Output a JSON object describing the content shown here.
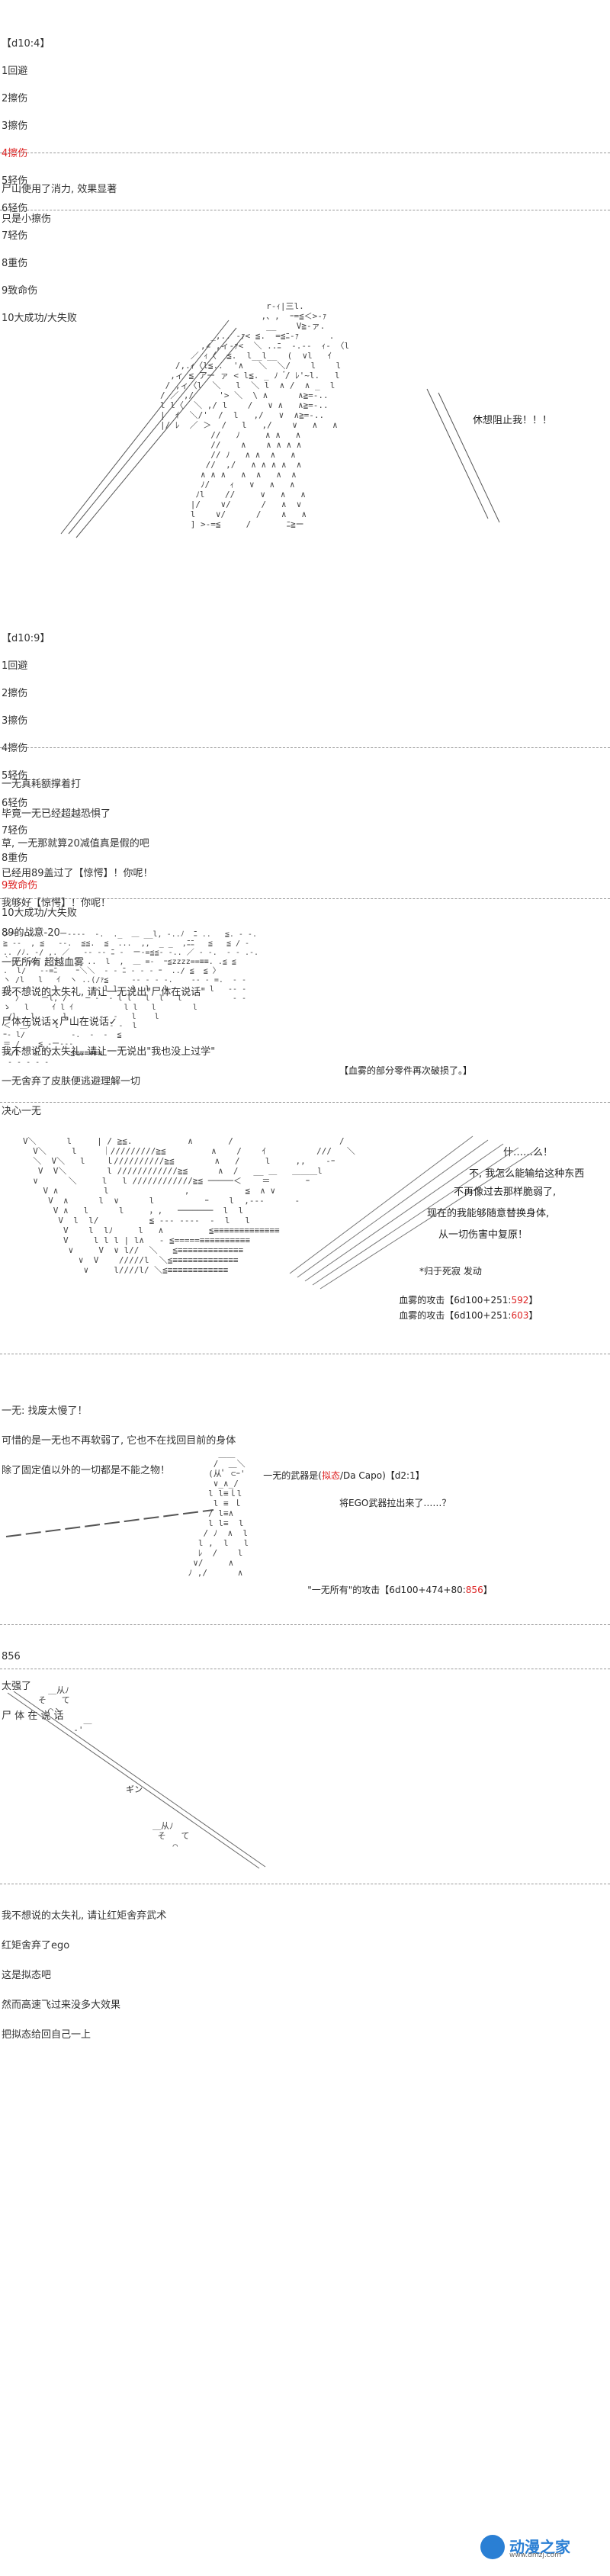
{
  "panel1": {
    "dice_lines": [
      "【d10:4】",
      "1回避",
      "2擦伤",
      "3擦伤",
      "4擦伤",
      "5轻伤",
      "6轻伤",
      "7轻伤",
      "8重伤",
      "9致命伤",
      "10大成功/大失败"
    ],
    "narration": [
      "尸山使用了消力, 效果显著",
      "只是小擦伤"
    ]
  },
  "panel2": {
    "shout": "休想阻止我！！！"
  },
  "panel3": {
    "dice_lines": [
      "【d10:9】",
      "1回避",
      "2擦伤",
      "3擦伤",
      "4擦伤",
      "5轻伤",
      "6轻伤",
      "7轻伤",
      "8重伤",
      "9致命伤",
      "10大成功/大失败"
    ],
    "narration": [
      "一无真耗额撑着打",
      "毕竟一无已经超越恐惧了",
      "草, 一无那就算20减值真是假的吧",
      "已经用89盖过了【惊愕】！你呢！",
      "我够好【惊愕】！你呢！",
      "89的战意-20",
      "一无所有 超越血雾",
      "我不想说的太失礼, 请让一无说出\"尸体在说话\"",
      "尸体在说话×尸山在说话✓",
      "我不想说的太失礼, 请让一无说出\"我也没上过学\"",
      "一无舍弃了皮肤便逃避理解一切",
      "决心一无"
    ]
  },
  "panel4": {
    "caption": "【血雾的部分零件再次破损了。】"
  },
  "panel5": {
    "lines": [
      "什……么！",
      "不, 我怎么能输给这种东西",
      "不再像过去那样脆弱了,",
      "现在的我能够随意替换身体,",
      "从一切伤害中复原！"
    ],
    "trigger": "*归于死寂 发动",
    "attack1_prefix": "血雾的攻击【6d100+251:",
    "attack1_value": "592",
    "attack2_prefix": "血雾的攻击【6d100+251:",
    "attack2_value": "603",
    "suffix": "】"
  },
  "panel6": {
    "narration": [
      "一无: 找废太慢了！",
      "可惜的是一无也不再软弱了, 它也不在找回目前的身体",
      "除了固定值以外的一切都是不能之物！"
    ],
    "weapon_prefix": "一无的武器是(",
    "weapon_name": "拟态",
    "weapon_suffix": "/Da Capo)【d2:1】",
    "question": "将EGO武器拉出来了……？",
    "attack_prefix": "\"一无所有\"的攻击【6d100+474+80:",
    "attack_value": "856",
    "attack_suffix": "】"
  },
  "panel7": {
    "narration": [
      "856",
      "太强了",
      "尸 体 在 说 话"
    ],
    "sound": "ギン"
  },
  "panel8": {
    "narration": [
      "我不想说的太失礼, 请让红矩舍弃武术",
      "红矩舍弃了ego",
      "这是拟态吧",
      "然而高速飞过来没多大效果",
      "把拟态给回自己一上"
    ]
  },
  "brand": {
    "name": "动漫之家",
    "url": "www.dmzj.com"
  }
}
